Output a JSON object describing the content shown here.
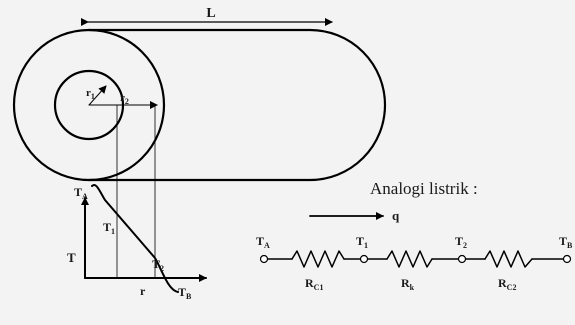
{
  "cylinder": {
    "length_label": "L",
    "r1_main": "r",
    "r1_sub": "1",
    "r2_main": "r",
    "r2_sub": "2"
  },
  "temperature_plot": {
    "y_axis_label": "T",
    "x_axis_label": "r",
    "ta_main": "T",
    "ta_sub": "A",
    "t1_main": "T",
    "t1_sub": "1",
    "t2_main": "T",
    "t2_sub": "2",
    "tb_main": "T",
    "tb_sub": "B"
  },
  "electric_analogy": {
    "title": "Analogi listrik :",
    "flow_label": "q",
    "node_ta_main": "T",
    "node_ta_sub": "A",
    "node_t1_main": "T",
    "node_t1_sub": "1",
    "node_t2_main": "T",
    "node_t2_sub": "2",
    "node_tb_main": "T",
    "node_tb_sub": "B",
    "rc1_main": "R",
    "rc1_sub": "C1",
    "rk_main": "R",
    "rk_sub": "k",
    "rc2_main": "R",
    "rc2_sub": "C2"
  },
  "colors": {
    "background": "#f3f3f3",
    "line": "#000000",
    "node_fill": "#ffffff"
  }
}
